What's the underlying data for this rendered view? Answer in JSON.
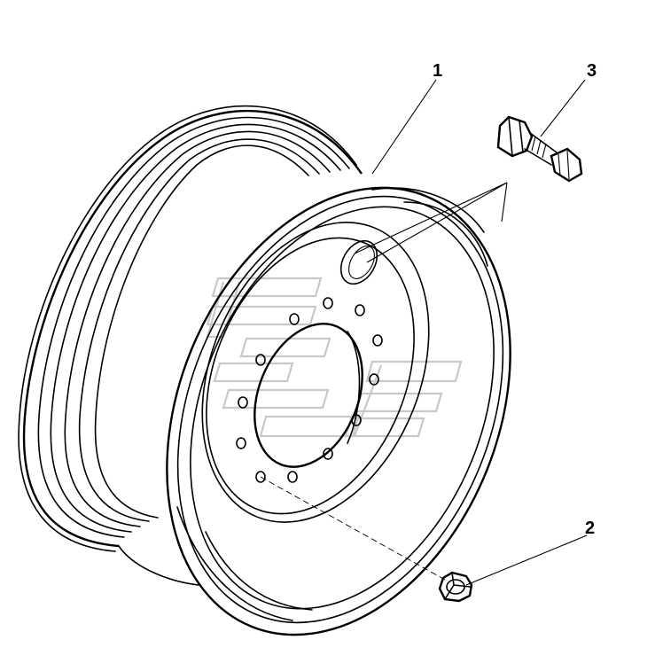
{
  "diagram": {
    "callouts": {
      "part_1": "1",
      "part_2": "2",
      "part_3": "3"
    },
    "parts": {
      "part_1": "wheel-rim-icon",
      "part_2": "wheel-nut-icon",
      "part_3": "tire-valve-icon"
    },
    "colors": {
      "line": "#000000",
      "background": "#ffffff",
      "watermark": "#c8c8c8"
    }
  }
}
